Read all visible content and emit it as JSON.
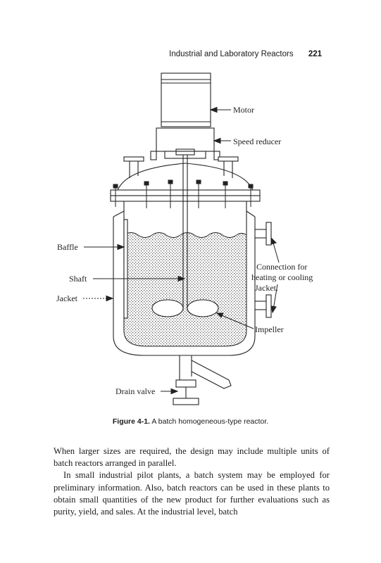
{
  "header": {
    "title": "Industrial and Laboratory Reactors",
    "page_number": "221"
  },
  "figure": {
    "labels": {
      "motor": "Motor",
      "speed_reducer": "Speed reducer",
      "baffle": "Baffle",
      "shaft": "Shaft",
      "jacket": "Jacket",
      "connection_1": "Connection for",
      "connection_2": "heating or cooling",
      "connection_3": "Jacket.",
      "impeller": "Impeller",
      "drain_valve": "Drain valve"
    },
    "caption_number": "Figure 4-1.",
    "caption_text": "A batch homogeneous-type reactor."
  },
  "body": {
    "paragraphs": [
      "When larger sizes are required, the design may include multiple units of batch reactors arranged in parallel.",
      "In small industrial pilot plants, a batch system may be employed for preliminary information. Also, batch reactors can be used in these plants to obtain small quantities of the new product for further evaluations such as purity, yield, and sales. At the industrial level, batch"
    ]
  }
}
